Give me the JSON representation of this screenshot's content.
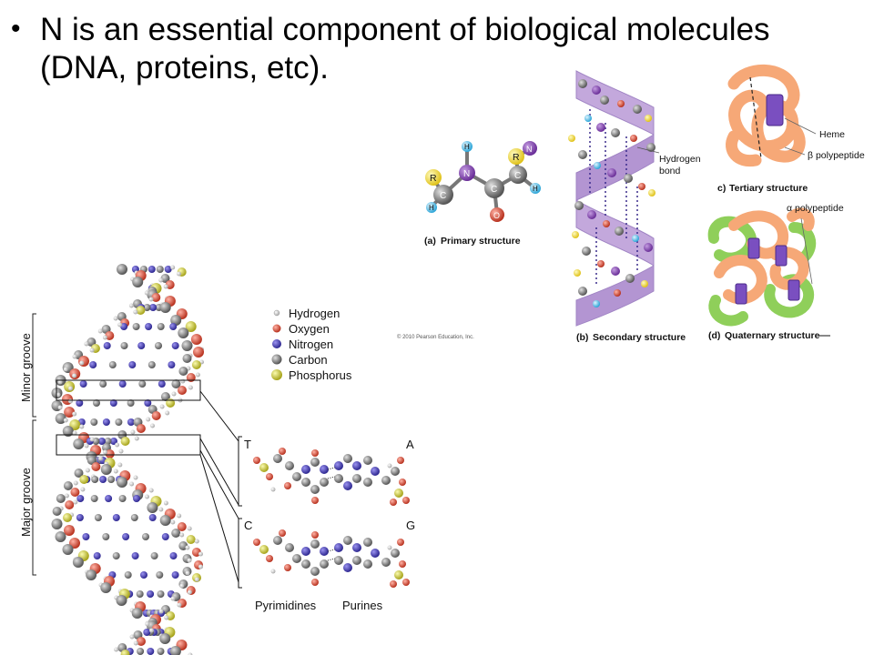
{
  "bullet": {
    "text": "N is an essential component of biological molecules (DNA, proteins, etc)."
  },
  "protein_figure": {
    "panel_a": {
      "caption_letter": "(a)",
      "caption": "Primary structure",
      "atoms": {
        "R1": "R",
        "R2": "R",
        "H1": "H",
        "H2": "H",
        "H3": "H",
        "N1": "N",
        "N2": "N",
        "C1": "C",
        "C2": "C",
        "C3": "C",
        "O1": "O"
      }
    },
    "panel_b": {
      "caption_letter": "(b)",
      "caption": "Secondary structure",
      "label_line1": "Hydrogen",
      "label_line2": "bond"
    },
    "panel_c": {
      "caption_letter": "c)",
      "caption": "Tertiary structure",
      "heme_label": "Heme",
      "beta_label": "β polypeptide"
    },
    "panel_d": {
      "caption_letter": "(d)",
      "caption": "Quaternary structure",
      "alpha_label": "α polypeptide"
    },
    "copyright": "© 2010 Pearson Education, Inc."
  },
  "dna_figure": {
    "groove_minor": "Minor groove",
    "groove_major": "Major groove",
    "legend": [
      {
        "label": "Hydrogen",
        "color": "#f4f4f4"
      },
      {
        "label": "Oxygen",
        "color": "#e8604c"
      },
      {
        "label": "Nitrogen",
        "color": "#4a3fc4"
      },
      {
        "label": "Carbon",
        "color": "#8a8a8a"
      },
      {
        "label": "Phosphorus",
        "color": "#e3e23a"
      }
    ],
    "pair1": {
      "left": "T",
      "right": "A"
    },
    "pair2": {
      "left": "C",
      "right": "G"
    },
    "bottom_left": "Pyrimidines",
    "bottom_right": "Purines"
  }
}
